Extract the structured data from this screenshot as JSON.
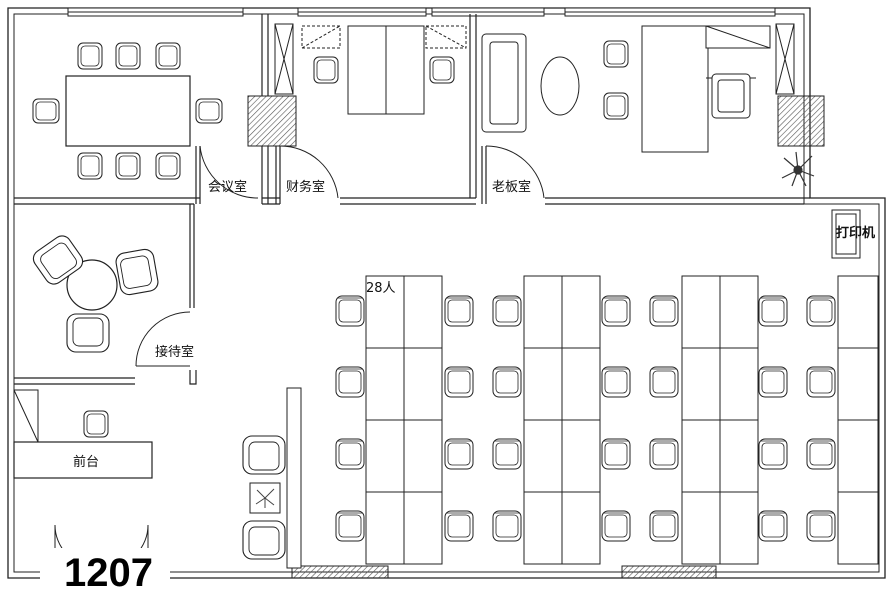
{
  "unit_number": "1207",
  "rooms": {
    "meeting_room": "会议室",
    "finance_room": "财务室",
    "boss_room": "老板室",
    "reception_room": "接待室",
    "front_desk": "前台",
    "printer": "打印机"
  },
  "workstation_label": "28人",
  "workstation_count": 28
}
